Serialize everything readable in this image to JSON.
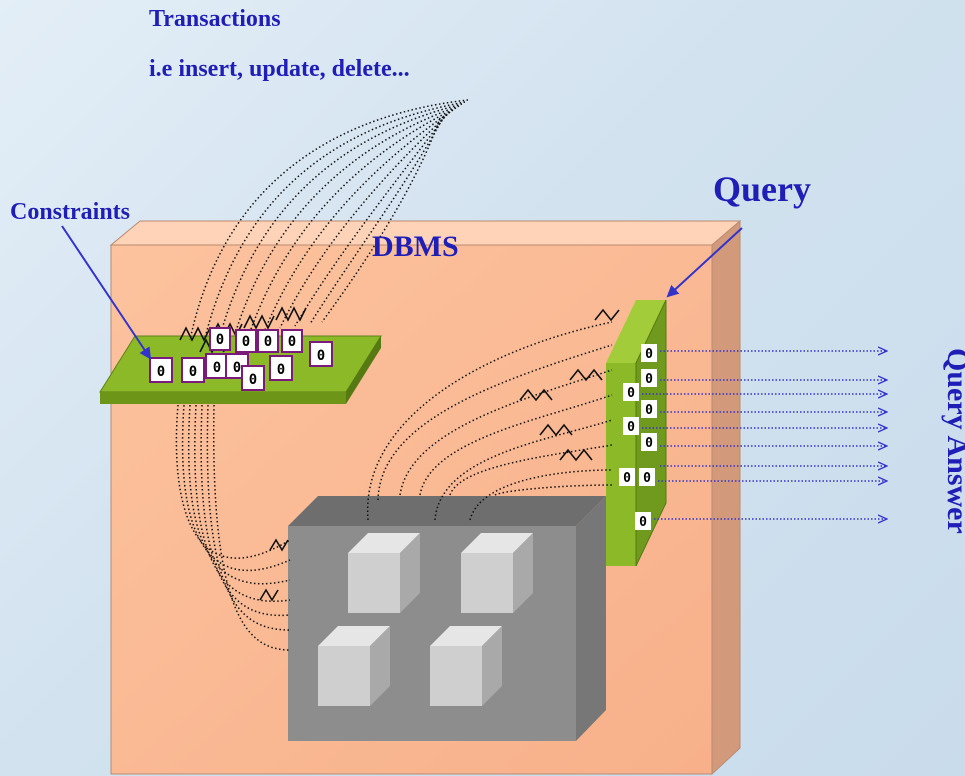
{
  "labels": {
    "transactions_title": "Transactions",
    "transactions_subtitle": "i.e insert, update, delete...",
    "constraints": "Constraints",
    "dbms": "DBMS",
    "query": "Query",
    "query_answer": "Query Answer"
  },
  "cell_glyph": "0",
  "colors": {
    "label_blue": "#1f1fb8",
    "box_front": "#fbb992",
    "box_side": "#d29a7b",
    "box_top": "#ffd3b8",
    "green_plate": "#8cb927",
    "storage_gray": "#8d8d8d",
    "arrow_blue": "#3333cc"
  }
}
